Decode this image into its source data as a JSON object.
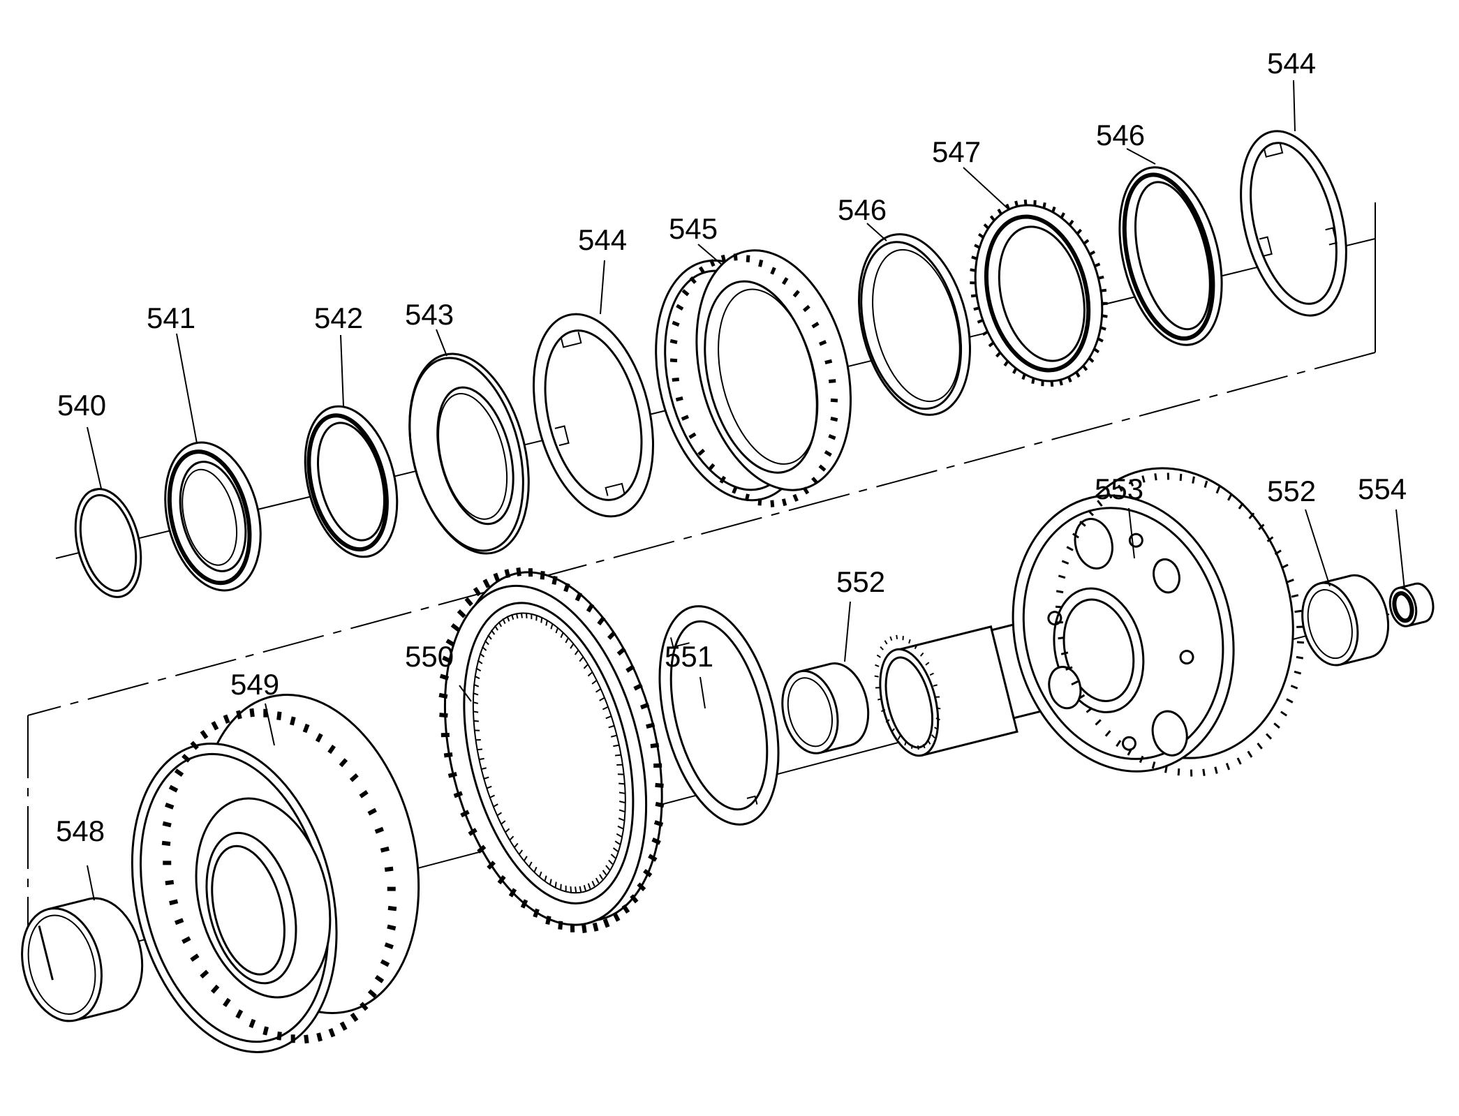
{
  "diagram": {
    "type": "exploded-parts-view",
    "callouts": {
      "c540": "540",
      "c541": "541",
      "c542": "542",
      "c543": "543",
      "c544_lower": "544",
      "c545": "545",
      "c546_lower": "546",
      "c547": "547",
      "c546_upper": "546",
      "c544_upper": "544",
      "c548": "548",
      "c549": "549",
      "c550": "550",
      "c551": "551",
      "c552_lower": "552",
      "c553": "553",
      "c552_upper": "552",
      "c554": "554"
    }
  }
}
